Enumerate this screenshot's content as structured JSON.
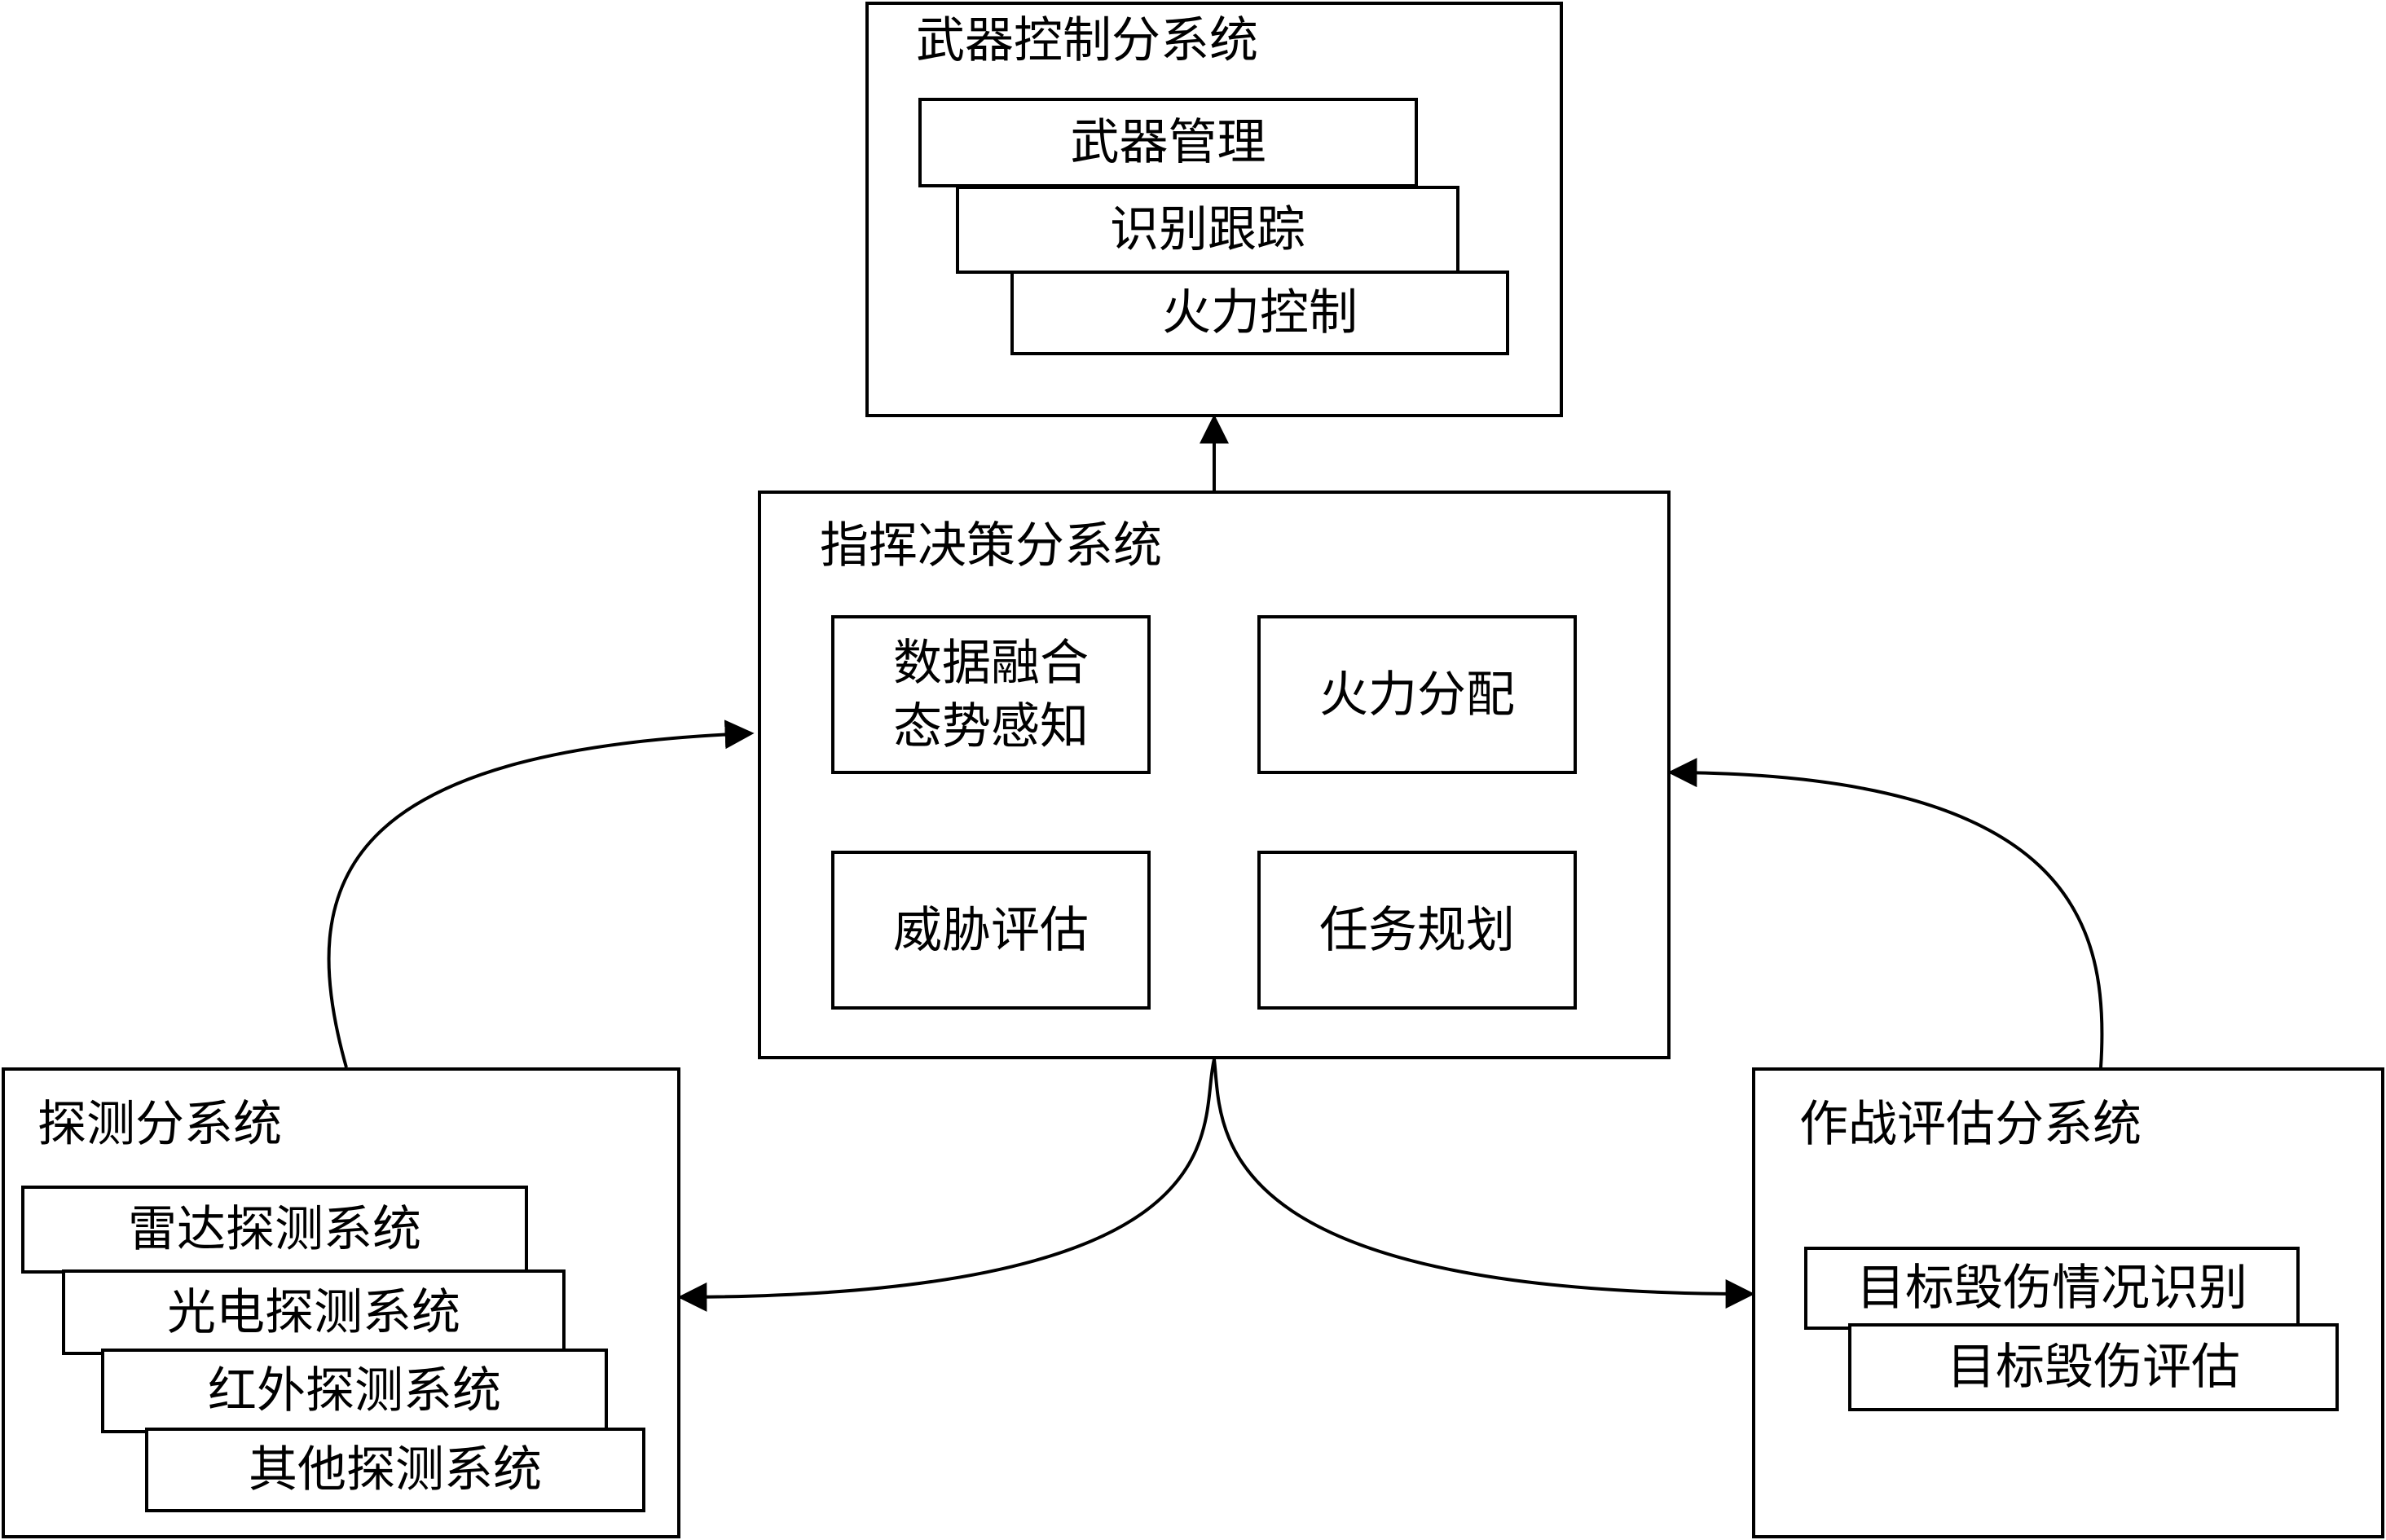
{
  "weapon": {
    "title": "武器控制分系统",
    "items": [
      "武器管理",
      "识别跟踪",
      "火力控制"
    ]
  },
  "command": {
    "title": "指挥决策分系统",
    "fusion": [
      "数据融合",
      "态势感知"
    ],
    "fire_alloc": "火力分配",
    "threat": "威胁评估",
    "task": "任务规划"
  },
  "detect": {
    "title": "探测分系统",
    "items": [
      "雷达探测系统",
      "光电探测系统",
      "红外探测系统",
      "其他探测系统"
    ]
  },
  "assess": {
    "title": "作战评估分系统",
    "items": [
      "目标毁伤情况识别",
      "目标毁伤评估"
    ]
  }
}
